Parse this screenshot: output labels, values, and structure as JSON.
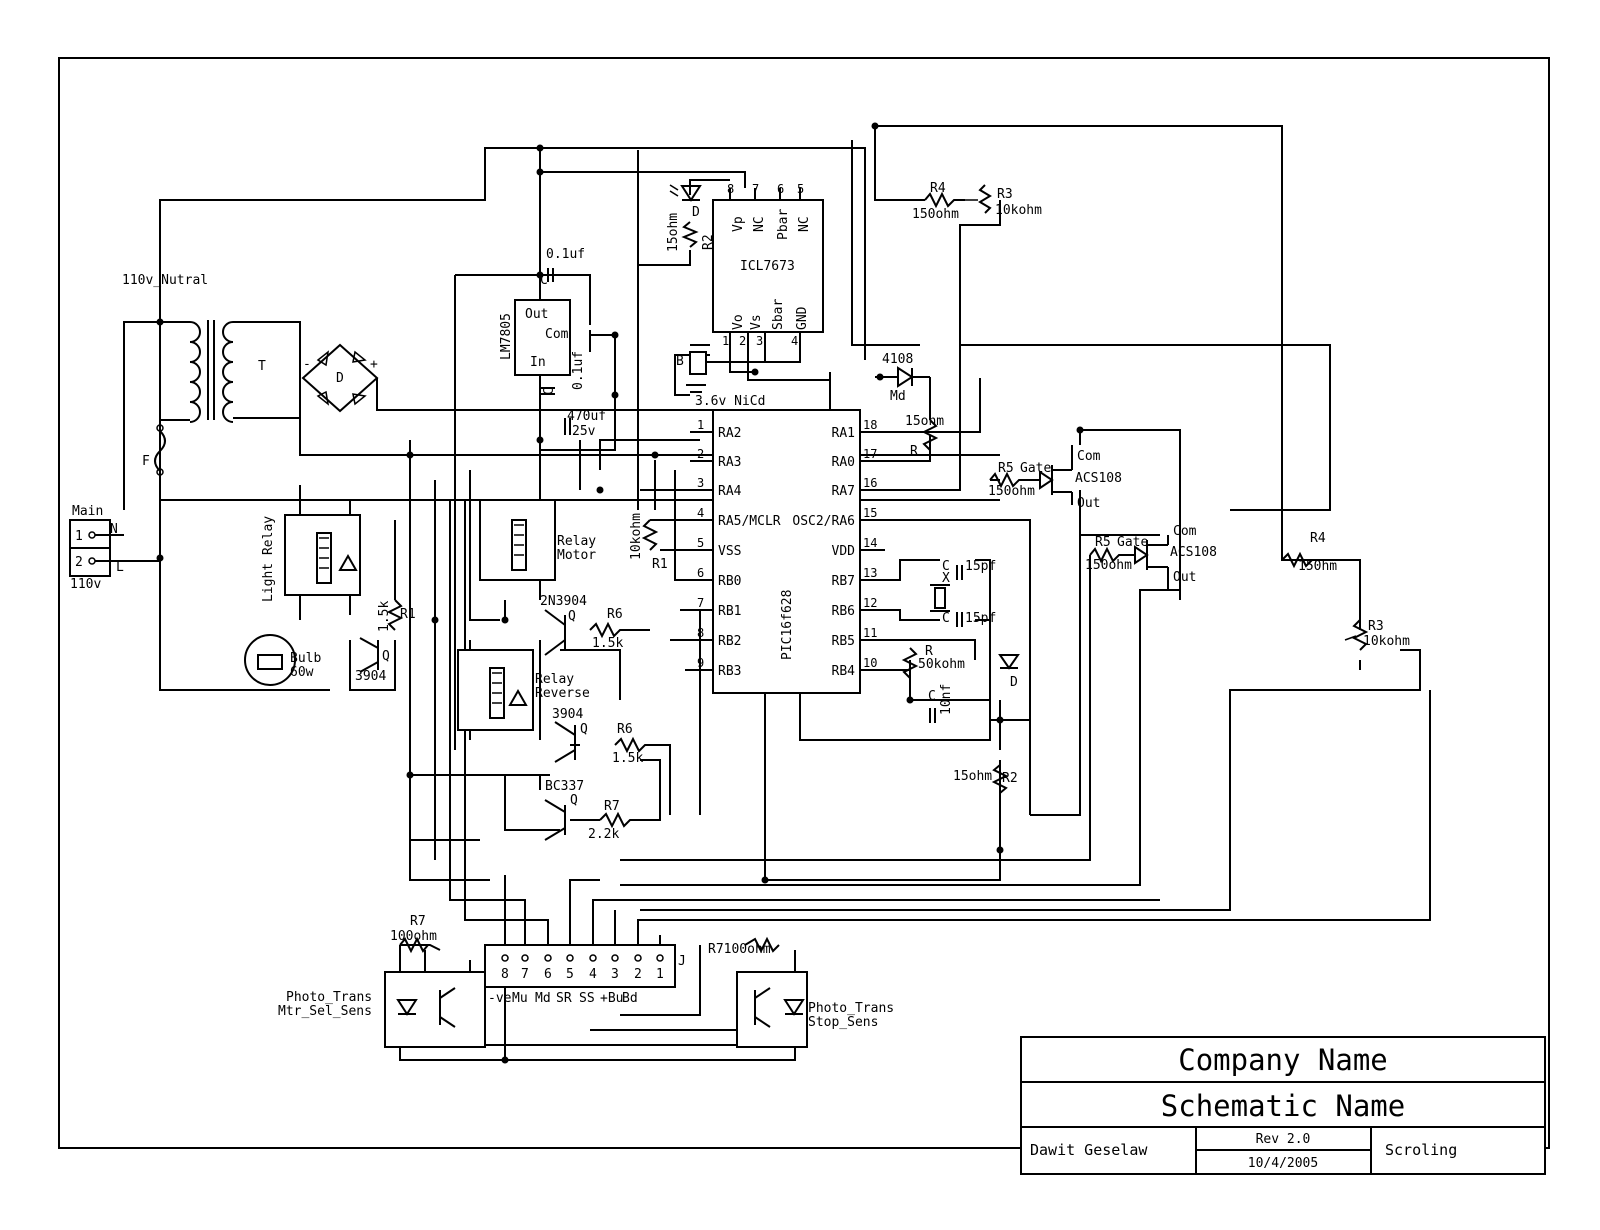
{
  "title_block": {
    "company": "Company Name",
    "schematic": "Schematic Name",
    "author": "Dawit Geselaw",
    "revision": "Rev 2.0",
    "date": "10/4/2005",
    "sheet": "Scroling"
  },
  "labels": {
    "neutral": "110v_Nutral",
    "main": "Main",
    "main_n": "N",
    "main_l": "L",
    "main_p1": "1",
    "main_p2": "2",
    "main_v": "110v",
    "fuse": "F",
    "transformer": "T",
    "bridge": "D",
    "bridge_minus": "-",
    "bridge_plus": "+",
    "regulator": "LM7805",
    "reg_out": "Out",
    "reg_com": "Com",
    "reg_in": "In",
    "c1_val": "0.1uf",
    "c2_val": "0.1uf",
    "c3_val": "470uf",
    "c3_v": "25v",
    "cap_c": "C",
    "icl": "ICL7673",
    "icl_vp": "Vp",
    "icl_nc1": "NC",
    "icl_pbar": "Pbar",
    "icl_nc2": "NC",
    "icl_vo": "Vo",
    "icl_vs": "Vs",
    "icl_sbar": "Sbar",
    "icl_gnd": "GND",
    "icl_p8": "8",
    "icl_p7": "7",
    "icl_p6": "6",
    "icl_p5": "5",
    "icl_p1": "1",
    "icl_p2": "2",
    "icl_p3": "3",
    "icl_p4": "4",
    "r2_top": "15ohm",
    "r2_top_name": "R2",
    "led_d": "D",
    "battery_b": "B",
    "battery": "3.6v NiCd",
    "pic": "PIC16f628",
    "left_pins": [
      "RA2",
      "RA3",
      "RA4",
      "RA5/MCLR",
      "VSS",
      "RB0",
      "RB1",
      "RB2",
      "RB3"
    ],
    "left_nums": [
      "1",
      "2",
      "3",
      "4",
      "5",
      "6",
      "7",
      "8",
      "9"
    ],
    "right_pins": [
      "RA1",
      "RA0",
      "RA7",
      "OSC2/RA6",
      "VDD",
      "RB7",
      "RB6",
      "RB5",
      "RB4"
    ],
    "right_nums": [
      "18",
      "17",
      "16",
      "15",
      "14",
      "13",
      "12",
      "11",
      "10"
    ],
    "r4_top": "R4",
    "r4_top_val": "150ohm",
    "r3_top": "R3",
    "r3_top_val": "10kohm",
    "d4108": "4108",
    "md": "Md",
    "r_15ohm": "15ohm",
    "r_name": "R",
    "r5a": "R5",
    "gate_a": "Gate",
    "r5a_val": "150ohm",
    "com_a": "Com",
    "acs_a": "ACS108",
    "out_a": "Out",
    "r5b": "R5",
    "gate_b": "Gate",
    "r5b_val": "150ohm",
    "com_b": "Com",
    "acs_b": "ACS108",
    "out_b": "Out",
    "r4_right": "R4",
    "r4_right_val": "150hm",
    "r3_right": "R3",
    "r3_right_val": "10kohm",
    "cap15a": "15pf",
    "cap15b": "15pf",
    "xtal": "X",
    "r50k": "R",
    "r50k_val": "50kohm",
    "c10nf": "10nf",
    "r2_low": "15ohm",
    "r2_low_name": "R2",
    "r10k": "10kohm",
    "r1_name": "R1",
    "light_relay": "Light Relay",
    "relay_motor": "Relay",
    "relay_motor2": "Motor",
    "relay_reverse": "Relay",
    "relay_reverse2": "Reverse",
    "t2n3904": "2N3904",
    "q": "Q",
    "r6a": "R6",
    "r6a_val": "1.5k",
    "r1_left": "R1",
    "r1_left_val": "1.5k",
    "q3904a": "3904",
    "bulb": "Bulb",
    "bulb_w": "60w",
    "q3904b": "3904",
    "r6b": "R6",
    "r6b_val": "1.5k",
    "bc337": "BC337",
    "r7a": "R7",
    "r7a_val": "2.2k",
    "r7b": "R7",
    "r7b_val": "100ohm",
    "r7c": "R7100ohm",
    "conn_j": "J",
    "conn_nums": [
      "8",
      "7",
      "6",
      "5",
      "4",
      "3",
      "2",
      "1"
    ],
    "conn_names": [
      "-ve",
      "Mu",
      "Md",
      "SR",
      "SS",
      "+Bu",
      "Bd"
    ],
    "photo_a": "Photo_Trans",
    "photo_a2": "Mtr_Sel_Sens",
    "photo_b": "Photo_Trans",
    "photo_b2": "Stop_Sens"
  }
}
